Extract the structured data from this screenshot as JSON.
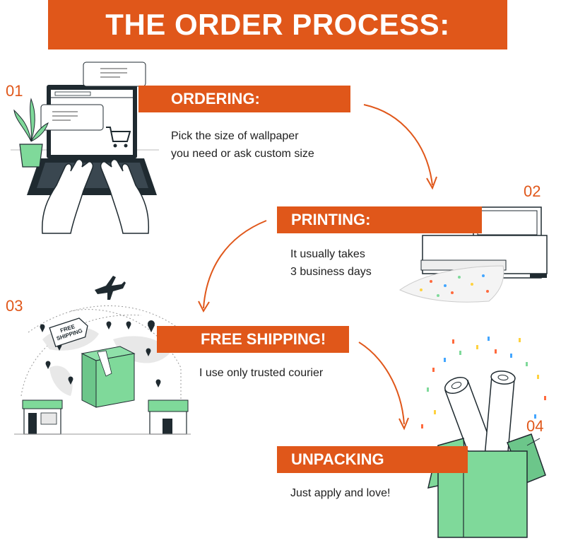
{
  "header": {
    "title": "THE ORDER PROCESS:"
  },
  "colors": {
    "accent": "#e0571a",
    "green": "#7fd99a",
    "dark": "#1f2a30"
  },
  "steps": [
    {
      "number": "01",
      "title": "ORDERING:",
      "description": [
        "Pick the size of wallpaper",
        "you need or ask custom size"
      ],
      "icon": "laptop-shopping-icon"
    },
    {
      "number": "02",
      "title": "PRINTING:",
      "description": [
        "It usually takes",
        "3 business days"
      ],
      "icon": "printer-icon"
    },
    {
      "number": "03",
      "title": "FREE SHIPPING!",
      "description": [
        "I use only trusted courier"
      ],
      "icon": "shipping-map-icon",
      "stamp": [
        "FREE",
        "SHIPPING"
      ]
    },
    {
      "number": "04",
      "title": "UNPACKING",
      "description": [
        "Just apply and love!"
      ],
      "icon": "unpacking-box-icon"
    }
  ]
}
